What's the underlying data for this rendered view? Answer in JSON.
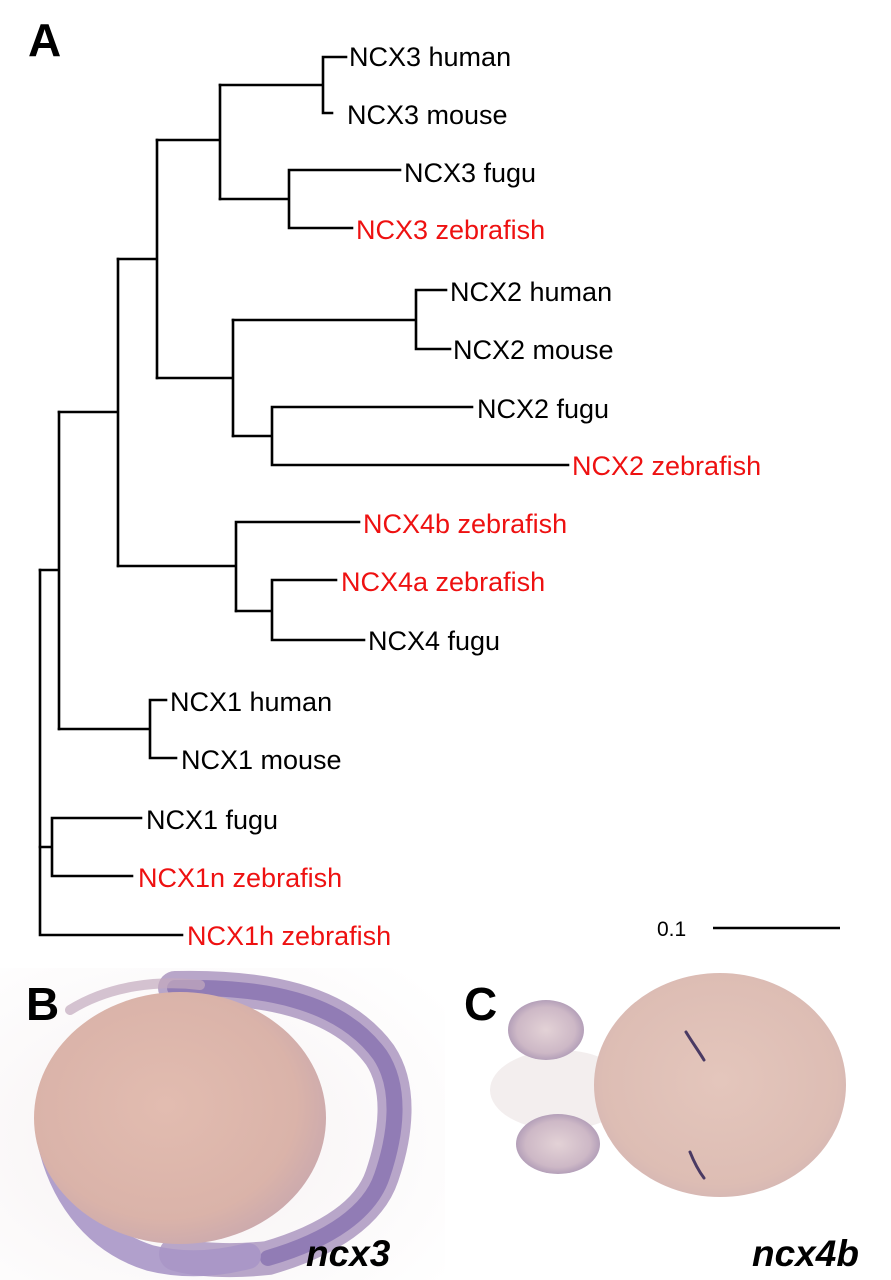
{
  "figure": {
    "panels": {
      "a": {
        "letter": "A"
      },
      "b": {
        "letter": "B",
        "label": "ncx3"
      },
      "c": {
        "letter": "C",
        "label": "ncx4b"
      }
    },
    "scale_bar": {
      "label": "0.1"
    },
    "colors": {
      "default_label": "#000000",
      "zebrafish_label": "#ee1111"
    },
    "tree_leaves": [
      {
        "id": "ncx3_human",
        "label": "NCX3 human",
        "highlighted": false
      },
      {
        "id": "ncx3_mouse",
        "label": "NCX3 mouse",
        "highlighted": false
      },
      {
        "id": "ncx3_fugu",
        "label": "NCX3 fugu",
        "highlighted": false
      },
      {
        "id": "ncx3_zebrafish",
        "label": "NCX3 zebrafish",
        "highlighted": true
      },
      {
        "id": "ncx2_human",
        "label": "NCX2 human",
        "highlighted": false
      },
      {
        "id": "ncx2_mouse",
        "label": "NCX2 mouse",
        "highlighted": false
      },
      {
        "id": "ncx2_fugu",
        "label": "NCX2 fugu",
        "highlighted": false
      },
      {
        "id": "ncx2_zebrafish",
        "label": "NCX2 zebrafish",
        "highlighted": true
      },
      {
        "id": "ncx4b_zebrafish",
        "label": "NCX4b zebrafish",
        "highlighted": true
      },
      {
        "id": "ncx4a_zebrafish",
        "label": "NCX4a zebrafish",
        "highlighted": true
      },
      {
        "id": "ncx4_fugu",
        "label": "NCX4 fugu",
        "highlighted": false
      },
      {
        "id": "ncx1_human",
        "label": "NCX1 human",
        "highlighted": false
      },
      {
        "id": "ncx1_mouse",
        "label": "NCX1 mouse",
        "highlighted": false
      },
      {
        "id": "ncx1_fugu",
        "label": "NCX1 fugu",
        "highlighted": false
      },
      {
        "id": "ncx1n_zebrafish",
        "label": "NCX1n zebrafish",
        "highlighted": true
      },
      {
        "id": "ncx1h_zebrafish",
        "label": "NCX1h zebrafish",
        "highlighted": true
      }
    ]
  }
}
